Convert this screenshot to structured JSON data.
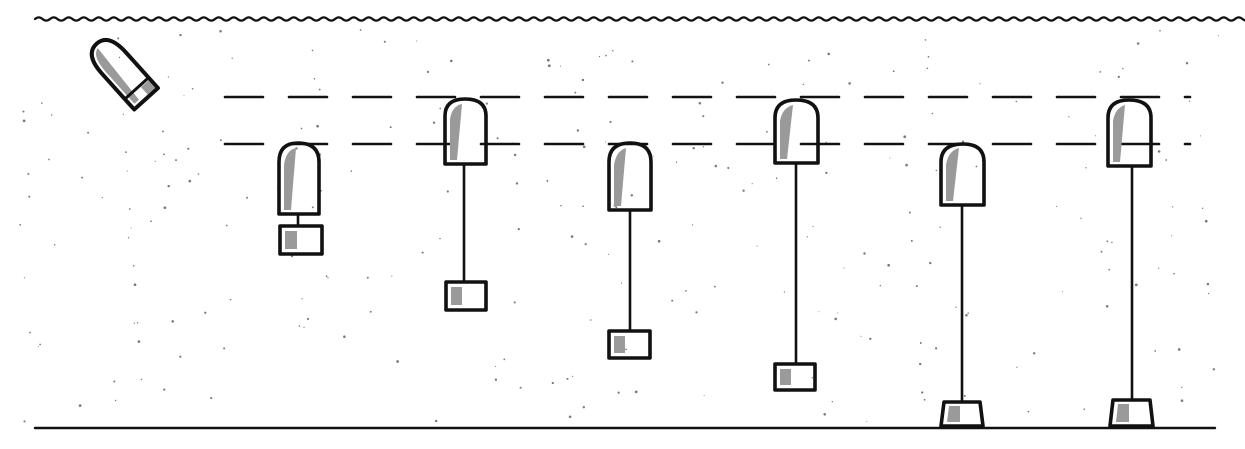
{
  "diagram": {
    "elements": {
      "water_surface": "wavy-line",
      "tipped_float": "float-tilted",
      "reference_levels": 2,
      "anchored_floats": 6,
      "bottom": "solid-line"
    },
    "colors": {
      "ink": "#111111",
      "paper": "#ffffff",
      "shade": "#9a9a9a"
    }
  }
}
